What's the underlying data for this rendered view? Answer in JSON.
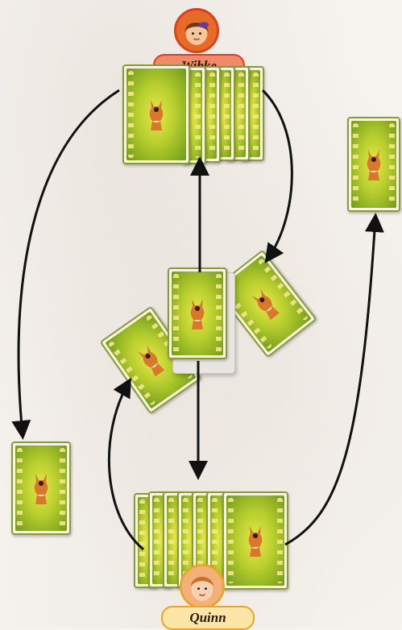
{
  "players": {
    "top": {
      "name": "Wibke",
      "badge_color": "#f08a6a",
      "badge_border": "#d8431c"
    },
    "bottom": {
      "name": "Quinn",
      "badge_color": "#fbe6a8",
      "badge_border": "#e4a72a"
    }
  },
  "card_style": {
    "name": "fox-card",
    "border": "#8a9a3a"
  },
  "icons": {
    "fox": "fox-icon",
    "avatar_top": "girl-avatar-icon",
    "avatar_bottom": "boy-avatar-icon"
  }
}
